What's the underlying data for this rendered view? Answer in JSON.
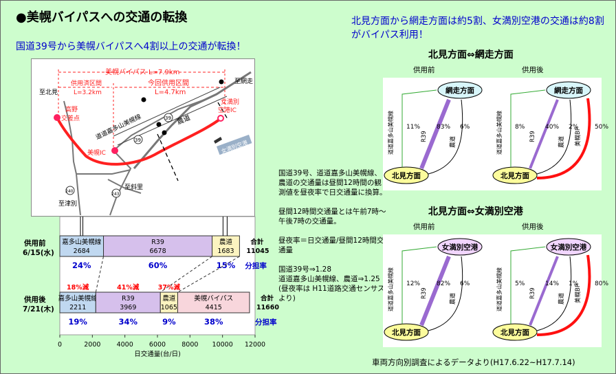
{
  "header": {
    "title": "●美幌バイパスへの交通の転換",
    "subtitle": "国道39号から美幌バイパスへ4割以上の交通が転換！"
  },
  "map": {
    "route_label": "美幌バイパス L=7.9km",
    "in_service_label": "供用済区間",
    "in_service_len": "L=3.2km",
    "this_label": "今回供用区間",
    "this_len": "L=4.7km",
    "to_kitami": "至北見",
    "takano1": "高野",
    "takano2": "交差点",
    "bihoro_ic": "美幌IC",
    "memanbetsu1": "女満別",
    "memanbetsu2": "空港IC",
    "to_abashiri": "至網走",
    "airport": "女満別空港",
    "nodo": "農道",
    "dodo": "道道嘉多山美幌線",
    "r39": "39",
    "r39b": "39",
    "r240": "240",
    "r243": "243",
    "to_shari": "至斜里",
    "to_tsubetsu": "至津別"
  },
  "bars": {
    "before": {
      "label1": "供用前",
      "label2": "6/15(水)",
      "segments": [
        {
          "name": "嘉多山美幌線",
          "value": "2684",
          "pct": "24%"
        },
        {
          "name": "R39",
          "value": "6678",
          "pct": "60%"
        },
        {
          "name": "農道",
          "value": "1683",
          "pct": "15%"
        }
      ],
      "total_label": "合計",
      "total": "11045",
      "share": "分担率"
    },
    "after": {
      "label1": "供用後",
      "label2": "7/21(木)",
      "segments": [
        {
          "name": "嘉多山美幌線",
          "value": "2211",
          "pct": "19%",
          "change": "18%減"
        },
        {
          "name": "R39",
          "value": "3969",
          "pct": "34%",
          "change": "41%減"
        },
        {
          "name": "農道",
          "value": "1065",
          "pct": "9%",
          "change": "37%減"
        },
        {
          "name": "美幌バイパス",
          "value": "4415",
          "pct": "38%"
        }
      ],
      "total_label": "合計",
      "total": "11660",
      "share": "分担率"
    },
    "axis_ticks": [
      "0",
      "2000",
      "4000",
      "6000",
      "8000",
      "10000",
      "12000"
    ],
    "axis_label": "日交通量(台/日)"
  },
  "note": "国道39号、道道嘉多山美幌線、農道の交通量は昼間12時間の観測値を昼夜率で日交通量に換算。\n\n昼間12時間交通量とは午前7時〜午後7時の交通量。\n\n昼夜率＝日交通量/昼間12時間交通量\n\n国道39号⇒1.28\n道道嘉多山美幌線、農道⇒1.25\n(昼夜率は H11道路交通センサス より)",
  "right": {
    "title": "北見方面から網走方面は約5割、女満別空港の交通は約8割がバイパス利用！",
    "sec1": "北見方面⇔網走方面",
    "sec2": "北見方面⇔女満別空港",
    "before_label": "供用前",
    "after_label": "供用後",
    "kitami": "北見方面",
    "abashiri": "網走方面",
    "airport": "女満別空港",
    "route_dodo": "道道嘉多山美幌線",
    "route_r39": "R39",
    "route_nodo": "農道",
    "route_bp": "美幌BP",
    "d1_before": {
      "dodo": "11%",
      "r39": "83%",
      "nodo": "6%"
    },
    "d1_after": {
      "dodo": "8%",
      "r39": "40%",
      "nodo": "2%",
      "bp": "50%"
    },
    "d2_before": {
      "dodo": "12%",
      "r39": "82%",
      "nodo": "6%"
    },
    "d2_after": {
      "dodo": "5%",
      "r39": "14%",
      "nodo": "1%",
      "bp": "80%"
    },
    "footnote": "車両方向別調査によるデータより(H17.6.22~H17.7.14)"
  },
  "colors": {
    "background": "#cdfdcd",
    "dodo_bar": "#c0d8f0",
    "r39_bar": "#d6c0ec",
    "nodo_bar": "#fcf4c0",
    "bp_bar": "#f8d6dc",
    "blue_text": "#0000cc",
    "red_text": "#ff0000"
  }
}
